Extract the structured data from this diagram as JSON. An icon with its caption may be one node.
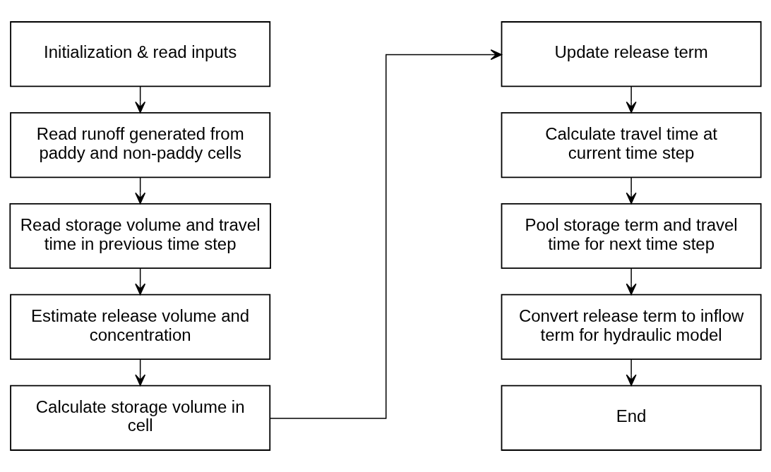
{
  "diagram": {
    "nodes": [
      {
        "text": [
          "Initialization & read inputs"
        ]
      },
      {
        "text": [
          "Read runoff generated from paddy and non-paddy cells"
        ]
      },
      {
        "text": [
          "Read storage volume and travel time in previous time step"
        ]
      },
      {
        "text": [
          "Estimate release volume and concentration"
        ]
      },
      {
        "text": [
          "Calculate storage volume in cell"
        ]
      },
      {
        "text": [
          "Update release term"
        ]
      },
      {
        "text": [
          "Calculate travel time at current time step"
        ]
      },
      {
        "text": [
          "Pool storage term and travel time for next time step"
        ]
      },
      {
        "text": [
          "Convert release term to inflow term for hydraulic model"
        ]
      },
      {
        "text": [
          "End"
        ]
      }
    ],
    "edges": [
      {
        "from": 0,
        "to": 1,
        "arrow": "to"
      },
      {
        "from": 1,
        "to": 2,
        "arrow": "to"
      },
      {
        "from": 2,
        "to": 3,
        "arrow": "to"
      },
      {
        "from": 3,
        "to": 4,
        "arrow": "to"
      },
      {
        "from": 4,
        "to": 5,
        "arrow": "to"
      },
      {
        "from": 5,
        "to": 6,
        "arrow": "to"
      },
      {
        "from": 6,
        "to": 7,
        "arrow": "to"
      },
      {
        "from": 7,
        "to": 8,
        "arrow": "to"
      },
      {
        "from": 8,
        "to": 9,
        "arrow": "to"
      }
    ]
  }
}
